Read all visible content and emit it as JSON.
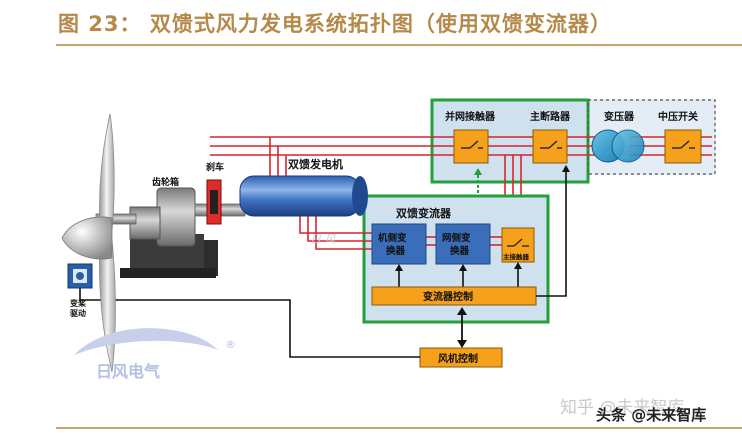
{
  "figure": {
    "title": "图 23：  双馈式风力发电系统拓扑图（使用双馈变流器）"
  },
  "labels": {
    "grid_contactor": "并网接触器",
    "main_breaker": "主断路器",
    "transformer": "变压器",
    "mv_switch": "中压开关",
    "dfig": "双馈发电机",
    "gearbox": "齿轮箱",
    "brake": "刹车",
    "converter": "双馈变流器",
    "machine_side": [
      "机侧变",
      "换器"
    ],
    "grid_side": [
      "网侧变",
      "换器"
    ],
    "main_contactor": "主接触器",
    "converter_control": "变流器控制",
    "turbine_control": "风机控制",
    "pitch_drive": [
      "变桨",
      "驱动"
    ]
  },
  "watermarks": {
    "logo_text": "日风电气",
    "registered": "®",
    "zhihu": "知乎 @未来智库",
    "toutiao": "头条 @未来智库"
  },
  "colors": {
    "title": "#b5894a",
    "rule": "#c9a468",
    "green_box": "#23a03c",
    "orange_box": "#f6a11b",
    "blue_block": "#3a6eb8",
    "red_line": "#d8242a",
    "panel_bg": "#cfe0ef"
  }
}
